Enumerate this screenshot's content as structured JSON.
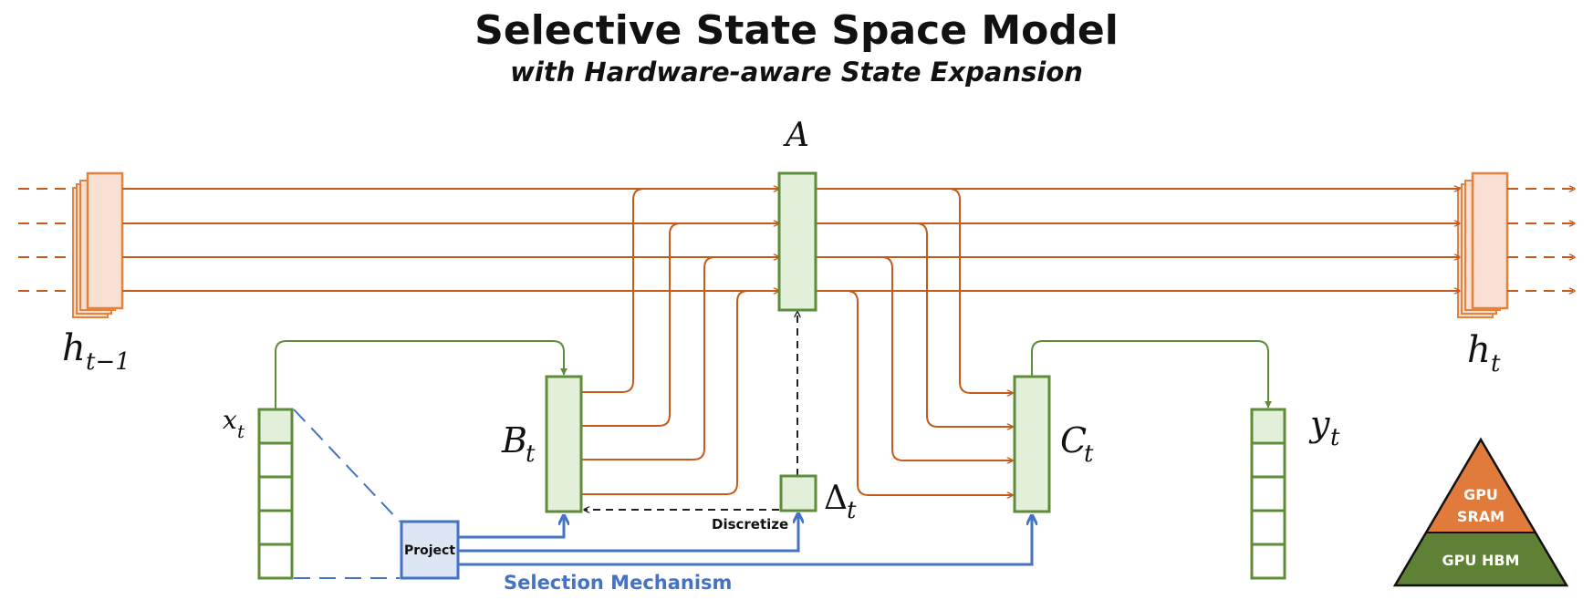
{
  "title": "Selective State Space Model",
  "subtitle": "with Hardware-aware State Expansion",
  "labels": {
    "h_prev_main": "h",
    "h_prev_sub": "t−1",
    "h_next_main": "h",
    "h_next_sub": "t",
    "A": "A",
    "B_main": "B",
    "B_sub": "t",
    "C_main": "C",
    "C_sub": "t",
    "delta_main": "Δ",
    "delta_sub": "t",
    "x_main": "x",
    "x_sub": "t",
    "y_main": "y",
    "y_sub": "t",
    "project": "Project",
    "discretize": "Discretize",
    "selection": "Selection Mechanism",
    "sram_line1": "GPU",
    "sram_line2": "SRAM",
    "hbm": "GPU HBM"
  },
  "colors": {
    "orange": "#c55a1c",
    "orange_fill": "#f8e1d3",
    "orange_border": "#e4823e",
    "green": "#5f8c3a",
    "green_fill": "#e3f0d9",
    "blue": "#4472c4",
    "blue_fill": "#dce6f4",
    "sram": "#e07b3c",
    "hbm": "#5f8136"
  }
}
